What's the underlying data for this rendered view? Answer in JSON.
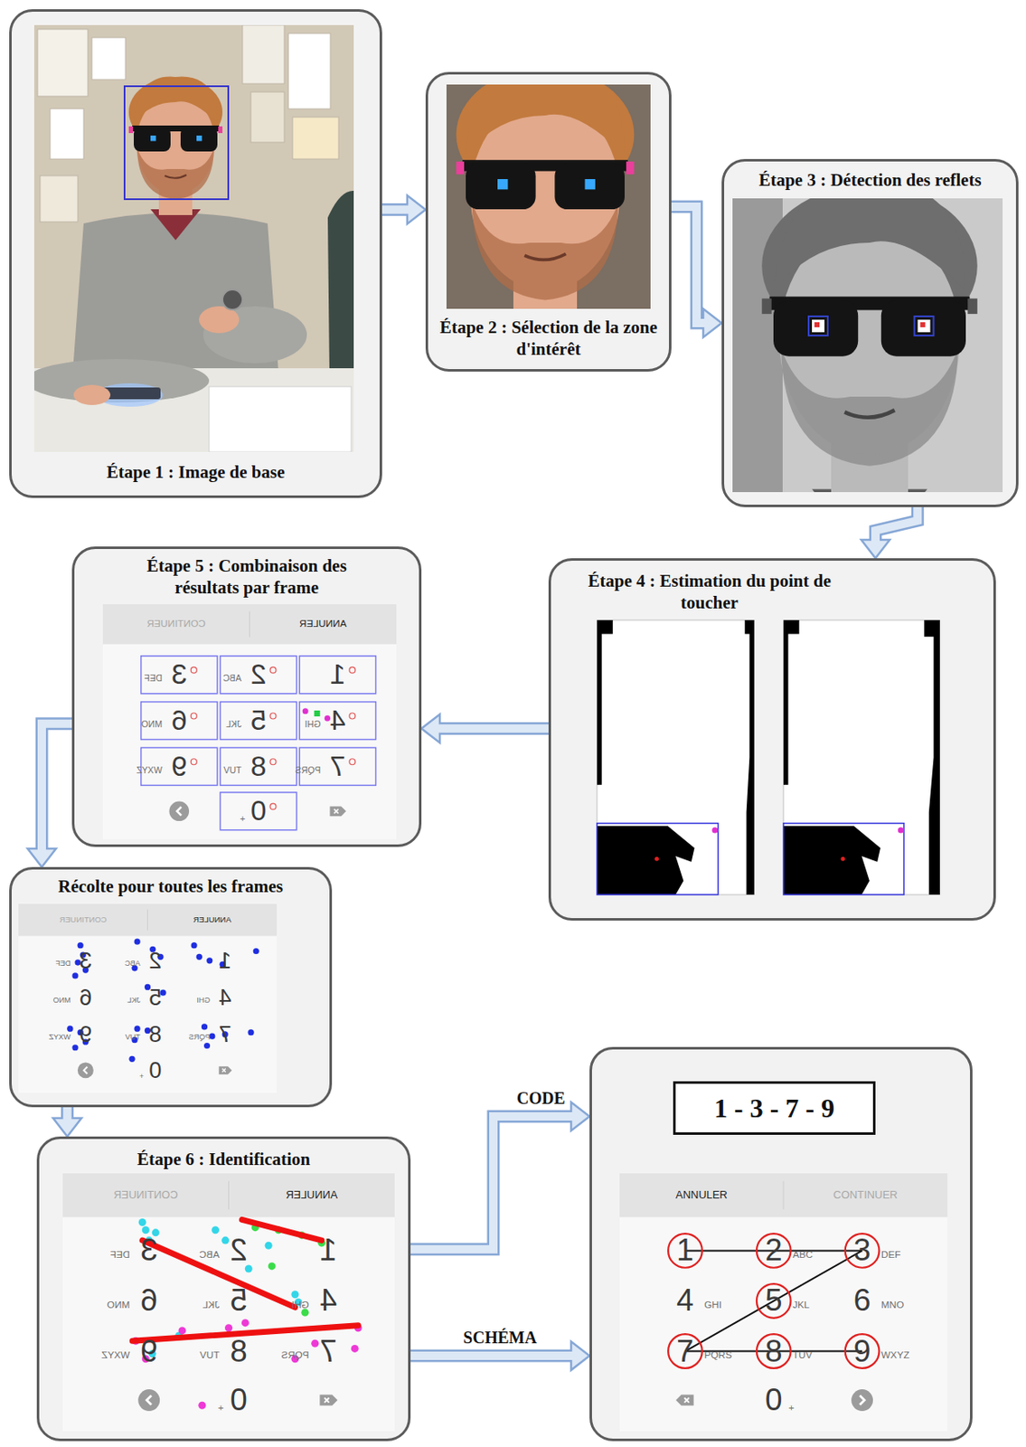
{
  "diagram": {
    "nodes": [
      {
        "text": [
          "Étape 1 : Image de base"
        ]
      },
      {
        "text": [
          "Étape 2 : Sélection de la zone d'intérêt"
        ]
      },
      {
        "text": [
          "Étape 3 : Détection des reflets"
        ]
      },
      {
        "text": [
          "Étape 4 : Estimation du point de toucher"
        ]
      },
      {
        "text": [
          "Étape 5 : Combinaison des résultats par frame"
        ]
      },
      {
        "text": [
          "Récolte pour toutes les frames"
        ]
      },
      {
        "text": [
          "Étape 6 : Identification"
        ]
      },
      {
        "text": [
          "1 - 3 - 7 - 9"
        ]
      }
    ],
    "edges": [
      {
        "from": 0,
        "to": 1,
        "arrow": "to"
      },
      {
        "from": 1,
        "to": 2,
        "arrow": "to"
      },
      {
        "from": 2,
        "to": 3,
        "arrow": "to"
      },
      {
        "from": 3,
        "to": 4,
        "arrow": "to"
      },
      {
        "from": 4,
        "to": 5,
        "arrow": "to"
      },
      {
        "from": 5,
        "to": 6,
        "arrow": "to"
      },
      {
        "from": 6,
        "to": 7,
        "label": "CODE",
        "arrow": "to"
      },
      {
        "from": 6,
        "to": 7,
        "label": "SCHÉMA",
        "arrow": "to"
      }
    ],
    "labels": [
      "ANNULER",
      "CONTINUER",
      "1",
      "2",
      "ABC",
      "3",
      "DEF",
      "4",
      "GHI",
      "5",
      "JKL",
      "6",
      "MNO",
      "7",
      "PQRS",
      "8",
      "TUV",
      "9",
      "WXYZ",
      "0",
      "+",
      "ANNULER",
      "CONTINUER",
      "1",
      "2",
      "ABC",
      "3",
      "DEF",
      "4",
      "GHI",
      "5",
      "JKL",
      "6",
      "MNO",
      "7",
      "PQRS",
      "8",
      "TUV",
      "9",
      "WXYZ",
      "0",
      "+",
      "ANNULER",
      "CONTINUER",
      "1",
      "2",
      "ABC",
      "3",
      "DEF",
      "4",
      "GHI",
      "5",
      "JKL",
      "6",
      "MNO",
      "7",
      "PQRS",
      "8",
      "TUV",
      "9",
      "WXYZ",
      "0",
      "+",
      "ANNULER",
      "CONTINUER",
      "1",
      "2",
      "ABC",
      "3",
      "DEF",
      "4",
      "GHI",
      "5",
      "JKL",
      "6",
      "MNO",
      "7",
      "PQRS",
      "8",
      "TUV",
      "9",
      "WXYZ",
      "0",
      "+"
    ]
  }
}
